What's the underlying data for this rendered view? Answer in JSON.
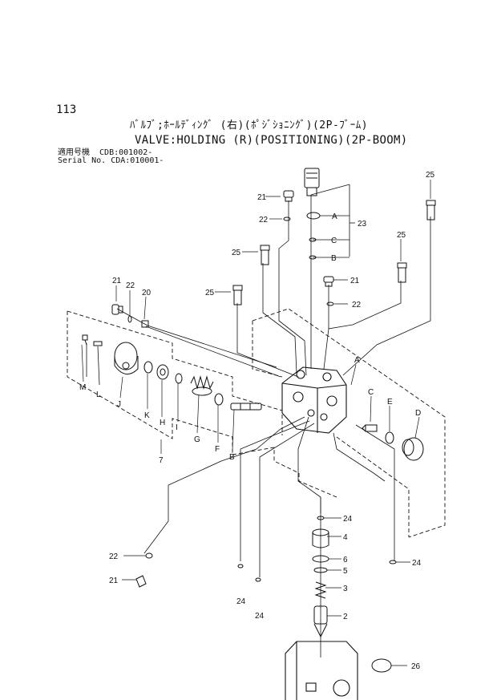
{
  "header": {
    "page_number": "113",
    "title_jp": "ﾊﾞﾙﾌﾞ;ﾎｰﾙﾃﾞｨﾝｸﾞ (右)(ﾎﾟｼﾞｼｮﾆﾝｸﾞ)(2P-ﾌﾞｰﾑ)",
    "title_en": "VALVE:HOLDING (R)(POSITIONING)(2P-BOOM)",
    "applicability_line1": "適用号機  CDB:001002-",
    "applicability_line2": "Serial No. CDA:010001-"
  },
  "callouts": {
    "n21a": "21",
    "n22a": "22",
    "n23": "23",
    "n25a": "25",
    "n25b": "25",
    "n25c": "25",
    "n25d": "25",
    "lA_top": "A",
    "lC_top": "C",
    "lB_top": "B",
    "n21b": "21",
    "n22b": "22",
    "n20": "20",
    "n21c": "21",
    "n22c": "22",
    "lM": "M",
    "lL": "L",
    "lJ": "J",
    "lK": "K",
    "lH": "H",
    "lI": "I",
    "lG": "G",
    "lF": "F",
    "lB": "B",
    "lA": "A",
    "lC": "C",
    "lE": "E",
    "lD": "D",
    "n7": "7",
    "n24a": "24",
    "n4": "4",
    "n6": "6",
    "n5": "5",
    "n3": "3",
    "n2": "2",
    "n24b": "24",
    "n22d": "22",
    "n21d": "21",
    "n24c": "24",
    "n24d": "24",
    "n26": "26"
  }
}
